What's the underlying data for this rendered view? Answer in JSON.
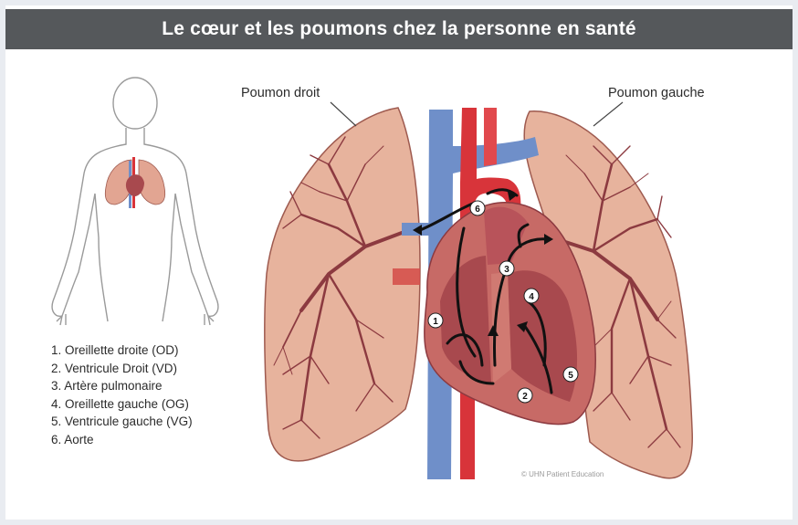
{
  "title": "Le cœur et les poumons chez la personne en santé",
  "labels": {
    "right_lung": "Poumon droit",
    "left_lung": "Poumon gauche"
  },
  "legend": [
    "1. Oreillette droite (OD)",
    "2. Ventricule Droit (VD)",
    "3. Artère pulmonaire",
    "4. Oreillette gauche (OG)",
    "5. Ventricule gauche (VG)",
    "6. Aorte"
  ],
  "markers": [
    "1",
    "2",
    "3",
    "4",
    "5",
    "6"
  ],
  "credit": "© UHN Patient Education",
  "colors": {
    "title_bar": "#55585b",
    "lung": "#e7b39d",
    "lung_outline": "#9e5a4f",
    "bronchi": "#8c3a40",
    "heart": "#b85a5a",
    "artery_red": "#d8343a",
    "vein_blue": "#6f8fc9"
  }
}
